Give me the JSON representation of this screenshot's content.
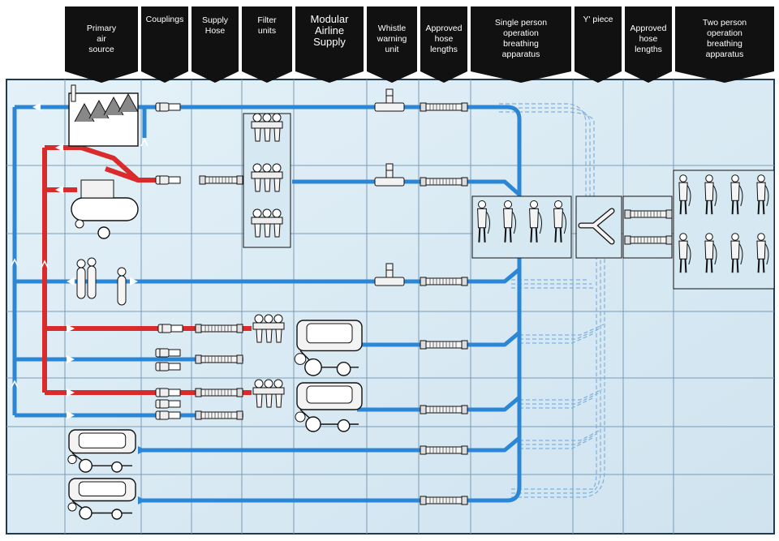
{
  "headers": [
    {
      "label": "Primary\nair\nsource"
    },
    {
      "label": "Couplings"
    },
    {
      "label": "Supply\nHose"
    },
    {
      "label": "Filter\nunits"
    },
    {
      "label": "Modular\nAirline\nSupply"
    },
    {
      "label": "Whistle\nwarning\nunit"
    },
    {
      "label": "Approved\nhose\nlengths"
    },
    {
      "label": "Single person\noperation\nbreathing\napparatus"
    },
    {
      "label": "Y' piece"
    },
    {
      "label": "Approved\nhose\nlengths"
    },
    {
      "label": "Two person\noperation\nbreathing\napparatus"
    }
  ],
  "legend_colors": {
    "grid_background": "#d9ecf6",
    "grid_lines": "#7a9cb6",
    "supply_line": "#2b86d6",
    "high_pressure_line": "#d92b2b",
    "header_fill": "#111111"
  },
  "icons": [
    "factory-compressor-icon",
    "air-compressor-icon",
    "air-cylinders-icon",
    "filter-unit-icon",
    "modular-airline-trolley-icon",
    "whistle-warning-unit-icon",
    "hose-length-icon",
    "coupling-icon",
    "y-piece-icon",
    "breathing-apparatus-operator-icon"
  ]
}
